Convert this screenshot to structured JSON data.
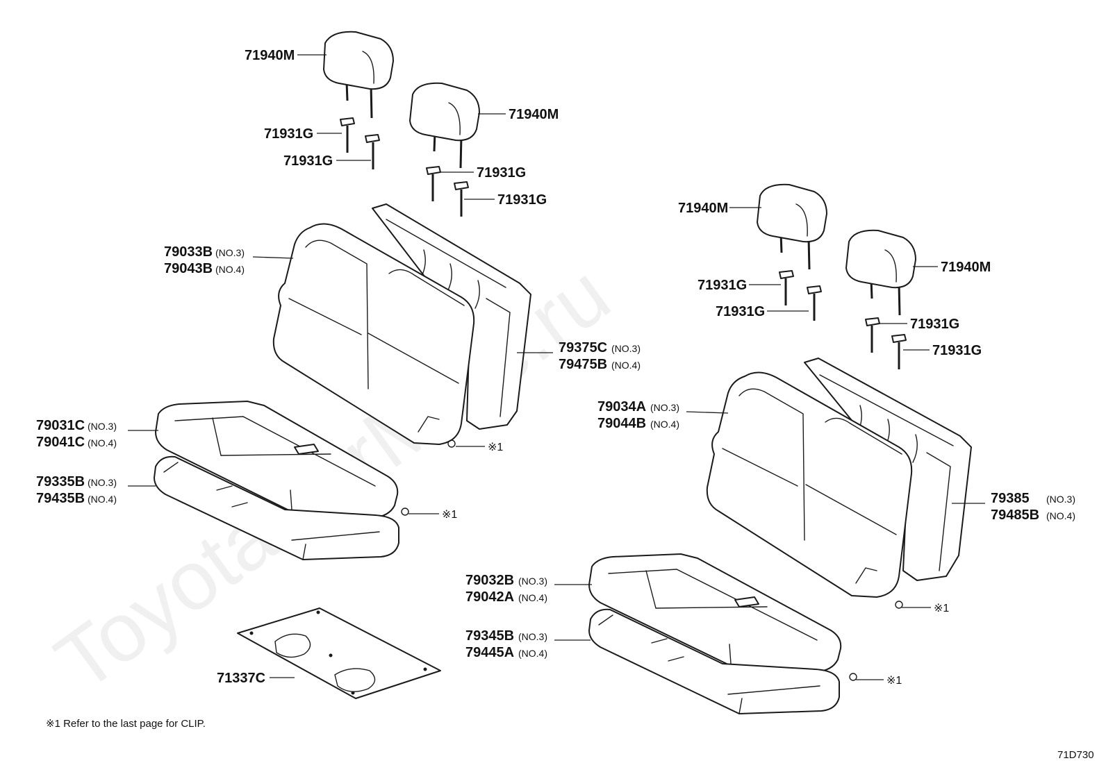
{
  "watermark": "ToyotaCarMine.ru",
  "footnote": "※1  Refer to the last page for CLIP.",
  "diagram_code": "71D730",
  "callouts": [
    {
      "id": "c1",
      "part": "71940M",
      "note": ""
    },
    {
      "id": "c2",
      "part": "71931G",
      "note": ""
    },
    {
      "id": "c3",
      "part": "71931G",
      "note": ""
    },
    {
      "id": "c4",
      "part": "71940M",
      "note": ""
    },
    {
      "id": "c5",
      "part": "71931G",
      "note": ""
    },
    {
      "id": "c6",
      "part": "71931G",
      "note": ""
    },
    {
      "id": "c7",
      "part": "79033B",
      "note": "(NO.3)"
    },
    {
      "id": "c8",
      "part": "79043B",
      "note": "(NO.4)"
    },
    {
      "id": "c9",
      "part": "79375C",
      "note": "(NO.3)"
    },
    {
      "id": "c10",
      "part": "79475B",
      "note": "(NO.4)"
    },
    {
      "id": "c11",
      "part": "79031C",
      "note": "(NO.3)"
    },
    {
      "id": "c12",
      "part": "79041C",
      "note": "(NO.4)"
    },
    {
      "id": "c13",
      "part": "79335B",
      "note": "(NO.3)"
    },
    {
      "id": "c14",
      "part": "79435B",
      "note": "(NO.4)"
    },
    {
      "id": "c15",
      "part": "71337C",
      "note": ""
    },
    {
      "id": "c16",
      "part": "71940M",
      "note": ""
    },
    {
      "id": "c17",
      "part": "71940M",
      "note": ""
    },
    {
      "id": "c18",
      "part": "71931G",
      "note": ""
    },
    {
      "id": "c19",
      "part": "71931G",
      "note": ""
    },
    {
      "id": "c20",
      "part": "71931G",
      "note": ""
    },
    {
      "id": "c21",
      "part": "71931G",
      "note": ""
    },
    {
      "id": "c22",
      "part": "79034A",
      "note": "(NO.3)"
    },
    {
      "id": "c23",
      "part": "79044B",
      "note": "(NO.4)"
    },
    {
      "id": "c24",
      "part": "79385",
      "note": "(NO.3)"
    },
    {
      "id": "c25",
      "part": "79485B",
      "note": "(NO.4)"
    },
    {
      "id": "c26",
      "part": "79032B",
      "note": "(NO.3)"
    },
    {
      "id": "c27",
      "part": "79042A",
      "note": "(NO.4)"
    },
    {
      "id": "c28",
      "part": "79345B",
      "note": "(NO.3)"
    },
    {
      "id": "c29",
      "part": "79445A",
      "note": "(NO.4)"
    }
  ],
  "clip_refs": [
    {
      "id": "r1",
      "label": "※1"
    },
    {
      "id": "r2",
      "label": "※1"
    },
    {
      "id": "r3",
      "label": "※1"
    },
    {
      "id": "r4",
      "label": "※1"
    }
  ]
}
